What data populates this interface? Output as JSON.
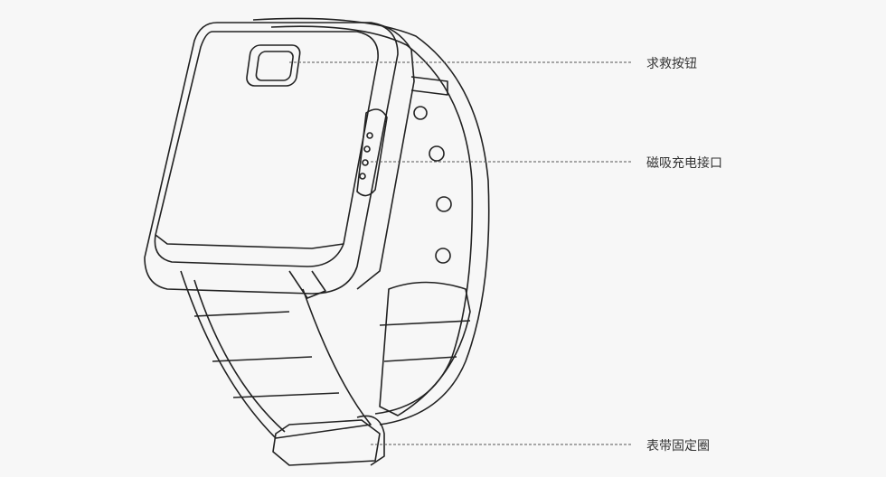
{
  "labels": {
    "sos_button": "求救按钮",
    "charging_port": "磁吸充电接口",
    "strap_loop": "表带固定圈"
  },
  "colors": {
    "background": "#f7f7f7",
    "line": "#222222",
    "leader": "#555555"
  }
}
